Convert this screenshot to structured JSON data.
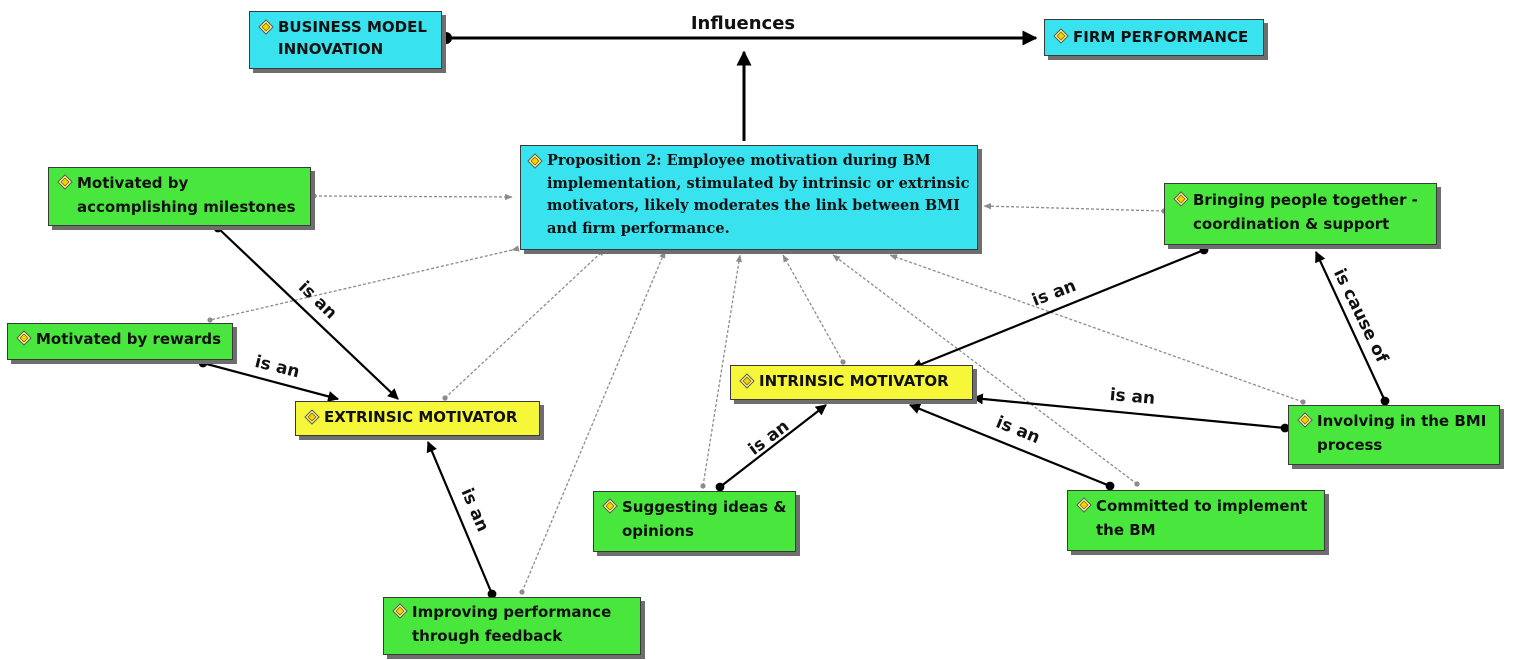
{
  "diagram": {
    "top_edge_label": "Influences",
    "nodes": {
      "bmi": "BUSINESS MODEL\nINNOVATION",
      "firm_performance": "FIRM PERFORMANCE",
      "proposition": "Proposition 2: Employee motivation during BM\nimplementation, stimulated by intrinsic or extrinsic\nmotivators, likely moderates the link between BMI\nand firm performance.",
      "milestones": "Motivated by\naccomplishing milestones",
      "rewards": "Motivated by rewards",
      "extrinsic": "EXTRINSIC MOTIVATOR",
      "intrinsic": "INTRINSIC MOTIVATOR",
      "bringing_people": "Bringing people together -\ncoordination & support",
      "involving": "Involving in the BMI\nprocess",
      "committed": "Committed to implement\nthe BM",
      "suggesting": "Suggesting ideas &\nopinions",
      "feedback": "Improving performance\nthrough feedback"
    },
    "edge_labels": {
      "milestones_extrinsic": "is an",
      "rewards_extrinsic": "is an",
      "feedback_extrinsic": "is an",
      "suggesting_intrinsic": "is an",
      "committed_intrinsic": "is an",
      "involving_intrinsic": "is an",
      "bringing_intrinsic": "is an",
      "involving_bringing": "is cause of"
    }
  }
}
